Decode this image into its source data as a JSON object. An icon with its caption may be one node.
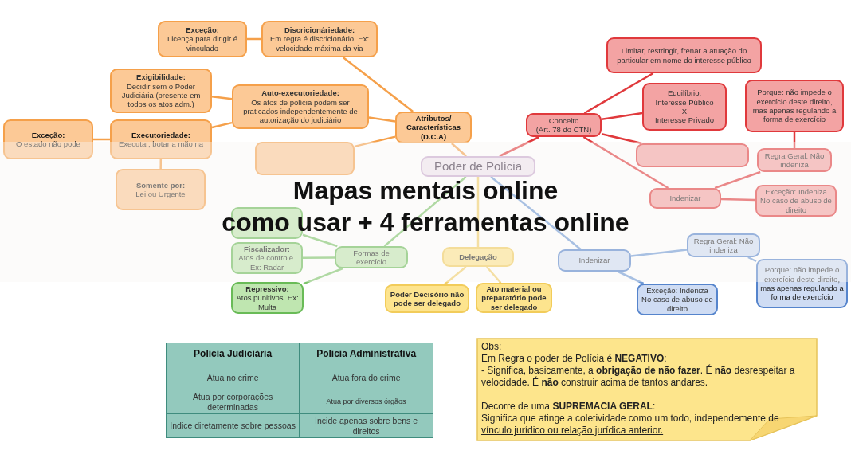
{
  "diagram": {
    "title": "Mapas mentais online",
    "caption": "como usar + 4 ferramentas online",
    "nodes": [
      {
        "text": [
          "Poder de Polícia"
        ]
      },
      {
        "text": [
          "Atributos/ Características (D.C.A)"
        ]
      },
      {
        "text": [
          "Discricionáriedade:",
          "Em regra é discricionário. Ex: velocidade máxima da via"
        ]
      },
      {
        "text": [
          "Exceção:",
          "Licença para dirigir é vinculado"
        ]
      },
      {
        "text": [
          "Auto-executoriedade:",
          "Os atos de polícia podem ser praticados independentemente de autorização do judiciário"
        ]
      },
      {
        "text": [
          "Exigibilidade:",
          "Decidir sem o Poder Judiciária (presente em todos os atos adm.)"
        ]
      },
      {
        "text": [
          "Executoriedade:",
          "Executar, botar a mão na"
        ]
      },
      {
        "text": [
          "Exceção:",
          "O estado não pode"
        ]
      },
      {
        "text": [
          "Somente por:",
          "Lei ou Urgente"
        ]
      },
      {
        "text": [],
        "shape": "box"
      },
      {
        "text": [
          "Conceito",
          "(Art. 78 do CTN)"
        ]
      },
      {
        "text": [
          "Limitar, restringir, frenar a atuação do particular em nome do interesse público"
        ]
      },
      {
        "text": [
          "Equilíbrio:",
          "Interesse Público",
          "X",
          "Interesse Privado"
        ]
      },
      {
        "text": [],
        "shape": "box"
      },
      {
        "text": [
          "Regra Geral: Não indeniza"
        ]
      },
      {
        "text": [
          "Porque: não impede o exercício deste direito, mas apenas regulando a forma de exercício"
        ]
      },
      {
        "text": [
          "Indenizar"
        ]
      },
      {
        "text": [
          "Exceção: Indeniza No caso de abuso de direito"
        ]
      },
      {
        "text": [
          "Formas de exercício"
        ]
      },
      {
        "text": [],
        "shape": "box"
      },
      {
        "text": [
          "Fiscalizador:",
          "Atos de controle. Ex: Radar"
        ]
      },
      {
        "text": [
          "Repressivo:",
          "Atos punitivos. Ex: Multa"
        ]
      },
      {
        "text": [
          "Delegação"
        ]
      },
      {
        "text": [
          "Poder Decisório não pode ser delegado"
        ]
      },
      {
        "text": [
          "Ato material ou preparatório pode ser delegado"
        ]
      },
      {
        "text": [
          "Indenizar"
        ]
      },
      {
        "text": [
          "Regra Geral: Não indeniza"
        ]
      },
      {
        "text": [
          "Porque: não impede o exercício deste direito, mas apenas regulando a forma de exercício"
        ]
      },
      {
        "text": [
          "Exceção: Indeniza No caso de abuso de direito"
        ]
      },
      {
        "text": [
          "Obs:",
          "Em Regra o poder de Polícia é **NEGATIVO**:",
          "- Significa, basicamente, a **obrigação de não fazer**. É **não** desrespeitar a velocidade. É **não** construir acima de tantos andares.",
          "Decorre de uma **SUPREMACIA GERAL**:",
          "Significa que atinge a coletividade como um todo, independemente de",
          "vínculo jurídico ou relação jurídica anterior."
        ]
      }
    ],
    "edges": [
      {
        "from": 0,
        "to": 1,
        "arrow": "none"
      },
      {
        "from": 1,
        "to": 2,
        "arrow": "none"
      },
      {
        "from": 2,
        "to": 3,
        "arrow": "none"
      },
      {
        "from": 1,
        "to": 4,
        "arrow": "none"
      },
      {
        "from": 4,
        "to": 5,
        "arrow": "none"
      },
      {
        "from": 4,
        "to": 6,
        "arrow": "none"
      },
      {
        "from": 6,
        "to": 7,
        "arrow": "none"
      },
      {
        "from": 6,
        "to": 8,
        "arrow": "none"
      },
      {
        "from": 1,
        "to": 9,
        "arrow": "none"
      },
      {
        "from": 0,
        "to": 10,
        "arrow": "none",
        "color": "#e0393c"
      },
      {
        "from": 10,
        "to": 11,
        "arrow": "none",
        "color": "#e0393c"
      },
      {
        "from": 10,
        "to": 12,
        "arrow": "none",
        "color": "#e0393c"
      },
      {
        "from": 10,
        "to": 13,
        "arrow": "none",
        "color": "#e0393c"
      },
      {
        "from": 10,
        "to": 16,
        "arrow": "none",
        "color": "#e0393c"
      },
      {
        "from": 16,
        "to": 14,
        "arrow": "none",
        "color": "#e0393c"
      },
      {
        "from": 14,
        "to": 15,
        "arrow": "none",
        "color": "#e0393c"
      },
      {
        "from": 16,
        "to": 17,
        "arrow": "none",
        "color": "#e0393c"
      },
      {
        "from": 0,
        "to": 18,
        "arrow": "none",
        "color": "#7cc46a"
      },
      {
        "from": 18,
        "to": 19,
        "arrow": "none",
        "color": "#7cc46a"
      },
      {
        "from": 18,
        "to": 20,
        "arrow": "none",
        "color": "#7cc46a"
      },
      {
        "from": 18,
        "to": 21,
        "arrow": "none",
        "color": "#7cc46a"
      },
      {
        "from": 0,
        "to": 22,
        "arrow": "none",
        "color": "#f2cf6a"
      },
      {
        "from": 22,
        "to": 23,
        "arrow": "none",
        "color": "#f2cf6a"
      },
      {
        "from": 22,
        "to": 24,
        "arrow": "none",
        "color": "#f2cf6a"
      },
      {
        "from": 0,
        "to": 25,
        "arrow": "none",
        "color": "#6f9ad6"
      },
      {
        "from": 25,
        "to": 26,
        "arrow": "none",
        "color": "#6f9ad6"
      },
      {
        "from": 26,
        "to": 27,
        "arrow": "none",
        "color": "#6f9ad6"
      },
      {
        "from": 25,
        "to": 28,
        "arrow": "none",
        "color": "#6f9ad6"
      }
    ],
    "labels": [
      "Policia Judiciária",
      "Policia Administrativa",
      "Atua no crime",
      "Atua fora do crime",
      "Atua por corporações determinadas",
      "Atua por diversos órgãos",
      "Indice diretamente sobre pessoas",
      "Incide apenas sobre bens e direitos"
    ]
  }
}
